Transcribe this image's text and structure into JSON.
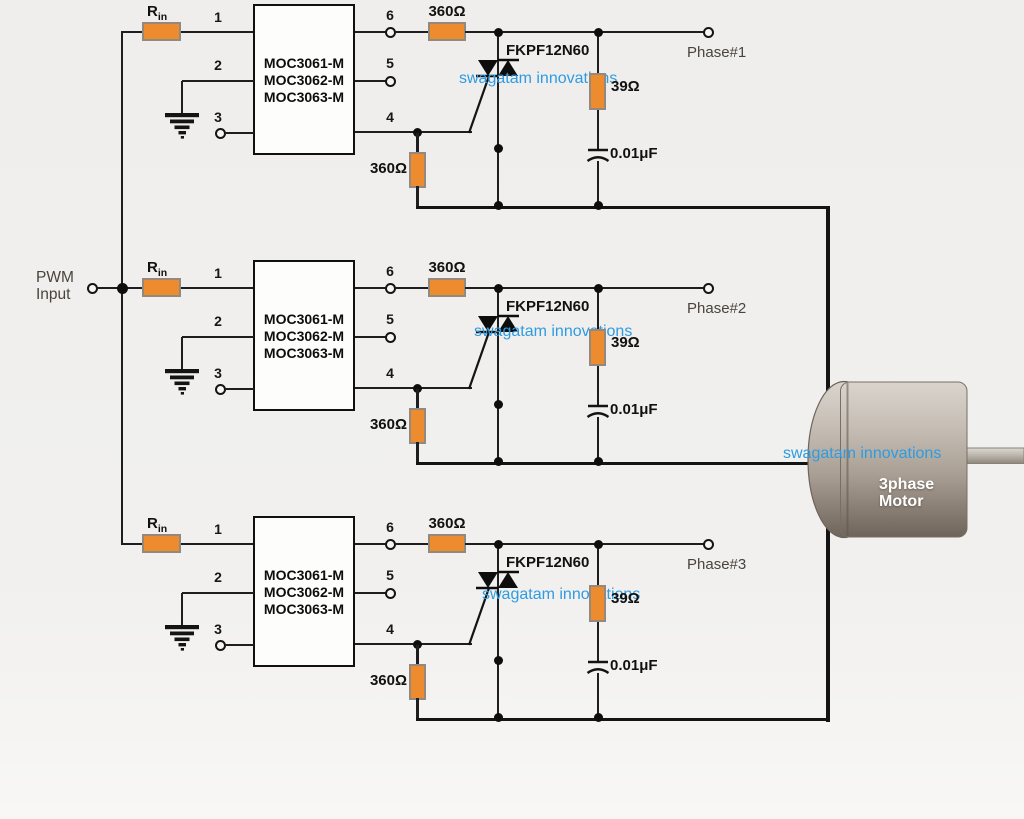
{
  "pwm": {
    "line1": "PWM",
    "line2": "Input"
  },
  "shared": {
    "rin_label": "R",
    "rin_sub": "in",
    "pins": {
      "n1": "1",
      "n2": "2",
      "n3": "3",
      "n4": "4",
      "n5": "5",
      "n6": "6"
    },
    "ic_lines": [
      "MOC3061-M",
      "MOC3062-M",
      "MOC3063-M"
    ],
    "r_series": "360Ω",
    "r_gate": "360Ω",
    "r_snubber": "39Ω",
    "capacitor": "0.01μF",
    "triac": "FKPF12N60",
    "watermark": "swagatam innovations"
  },
  "channels": [
    {
      "phase_label": "Phase#1"
    },
    {
      "phase_label": "Phase#2"
    },
    {
      "phase_label": "Phase#3"
    }
  ],
  "motor": {
    "line1": "3phase",
    "line2": "Motor",
    "watermark": "swagatam innovations"
  },
  "colors": {
    "resistor_orange": "#ec8c2e",
    "watermark_blue": "#2e9ce2",
    "wire": "#1e1e1e",
    "muted_label": "#4a433c"
  }
}
